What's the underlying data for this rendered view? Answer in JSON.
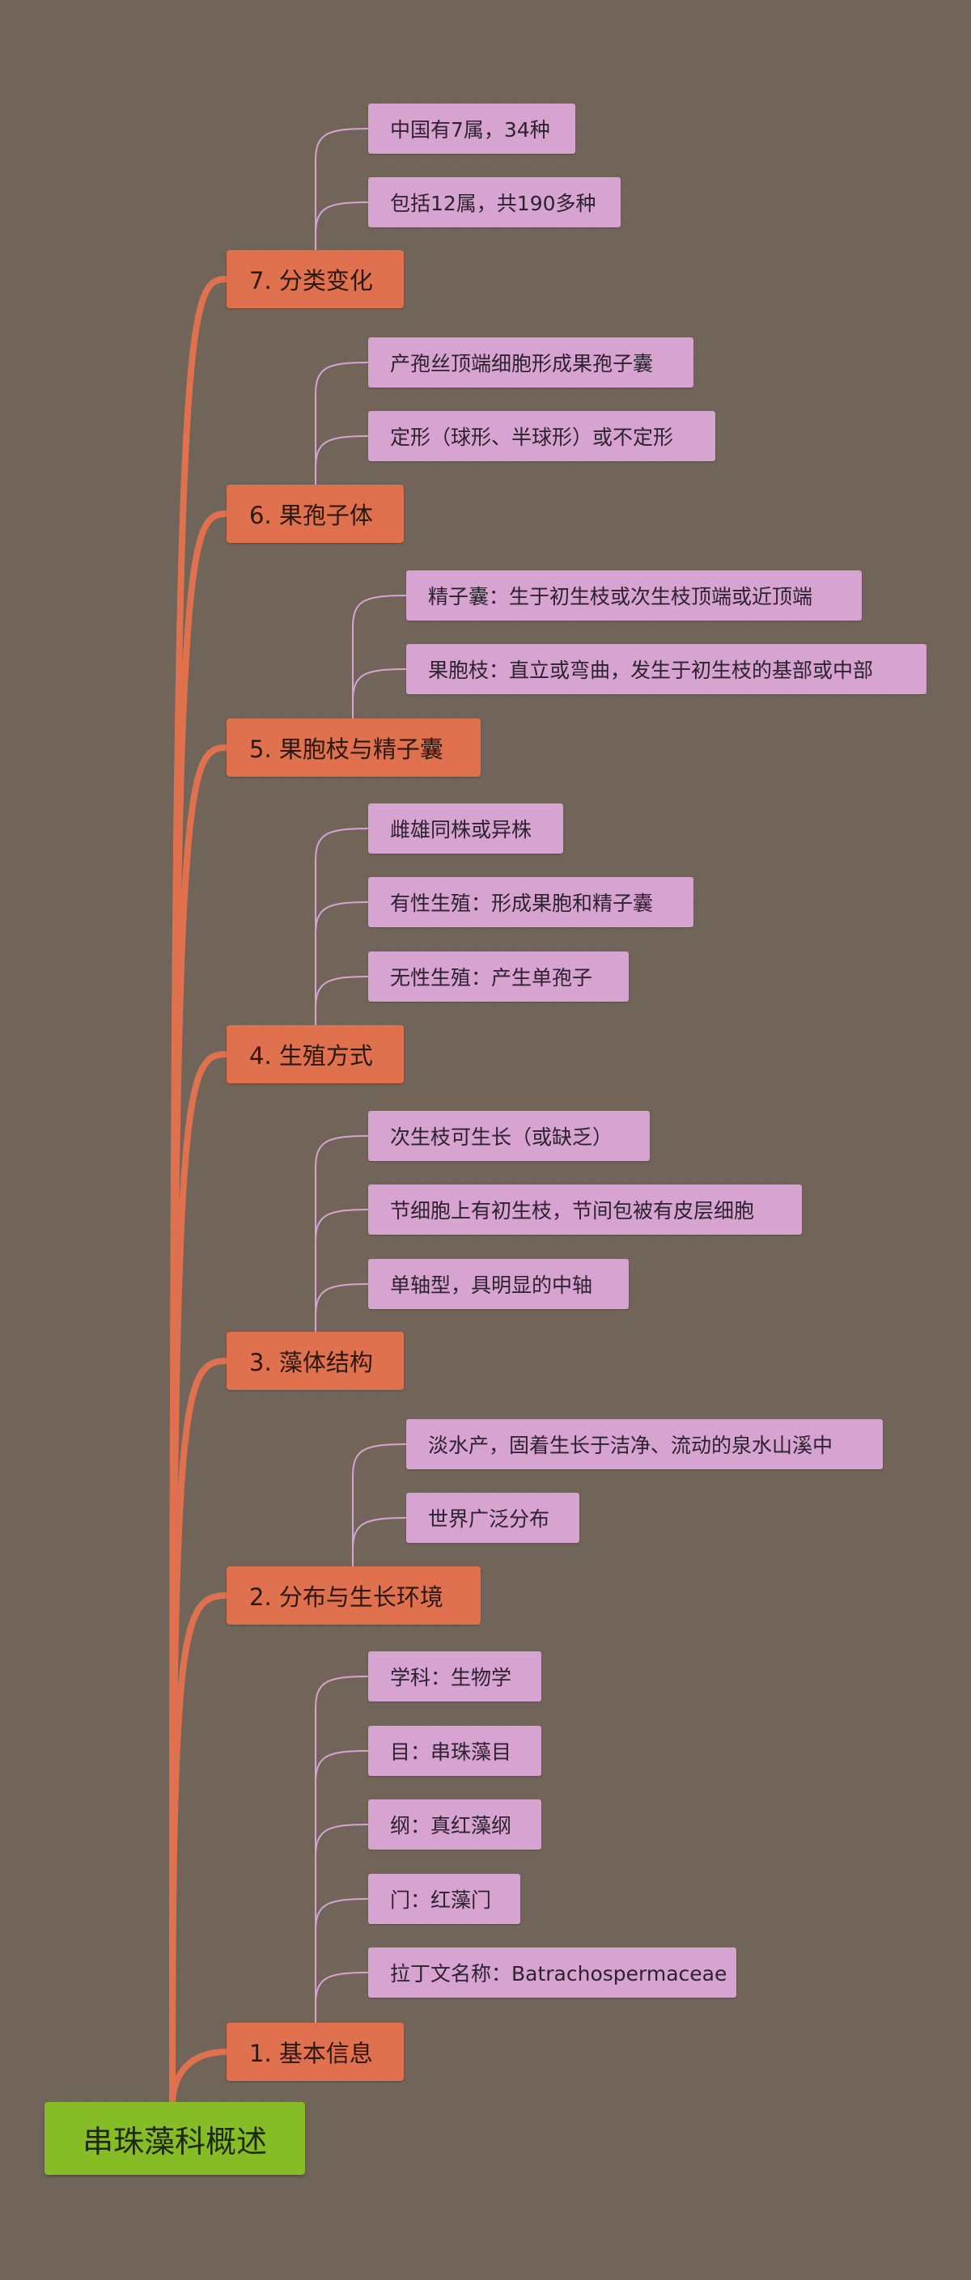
{
  "root": {
    "label": "串珠藻科概述"
  },
  "colors": {
    "background": "#716458",
    "root": "#86bc25",
    "branch": "#e0714f",
    "leaf": "#d7a3d1",
    "branch_line": "#e0714f",
    "leaf_line": "#d7a3d1"
  },
  "branches": [
    {
      "label": "7. 分类变化",
      "children": [
        "中国有7属，34种",
        "包括12属，共190多种"
      ]
    },
    {
      "label": "6. 果孢子体",
      "children": [
        "产孢丝顶端细胞形成果孢子囊",
        "定形（球形、半球形）或不定形"
      ]
    },
    {
      "label": "5. 果胞枝与精子囊",
      "children": [
        "精子囊：生于初生枝或次生枝顶端或近顶端",
        "果胞枝：直立或弯曲，发生于初生枝的基部或中部"
      ]
    },
    {
      "label": "4. 生殖方式",
      "children": [
        "雌雄同株或异株",
        "有性生殖：形成果胞和精子囊",
        "无性生殖：产生单孢子"
      ]
    },
    {
      "label": "3. 藻体结构",
      "children": [
        "次生枝可生长（或缺乏）",
        "节细胞上有初生枝，节间包被有皮层细胞",
        "单轴型，具明显的中轴"
      ]
    },
    {
      "label": "2. 分布与生长环境",
      "children": [
        "淡水产，固着生长于洁净、流动的泉水山溪中",
        "世界广泛分布"
      ]
    },
    {
      "label": "1. 基本信息",
      "children": [
        "学科：生物学",
        "目：串珠藻目",
        "纲：真红藻纲",
        "门：红藻门",
        "拉丁文名称：Batrachospermaceae"
      ]
    }
  ]
}
